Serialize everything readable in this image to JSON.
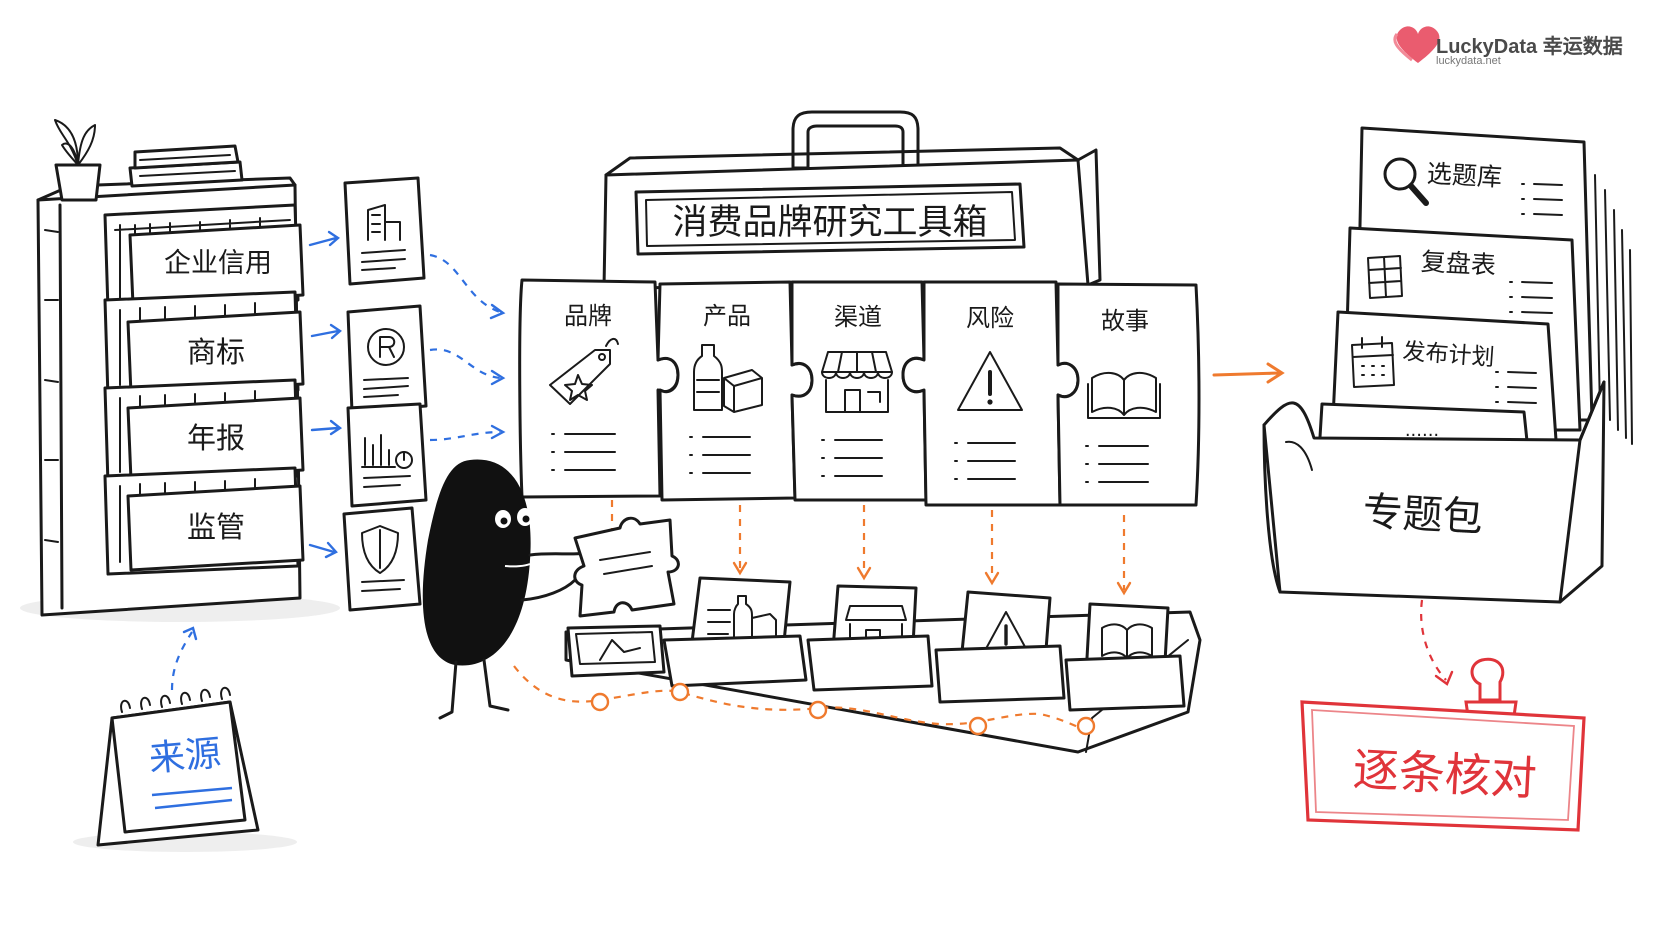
{
  "brand": {
    "name": "LuckyData 幸运数据",
    "url": "luckydata.net",
    "logo": "heart-logo",
    "color": "#e84a5f"
  },
  "sources": {
    "drawers": [
      "企业信用",
      "商标",
      "年报",
      "监管"
    ],
    "doc_icons": [
      "building-icon",
      "registered-trademark-icon",
      "bar-chart-icon",
      "shield-icon"
    ],
    "calendar_label": "来源"
  },
  "toolbox": {
    "title": "消费品牌研究工具箱",
    "modules": [
      {
        "label": "品牌",
        "icon": "tag-icon"
      },
      {
        "label": "产品",
        "icon": "bottle-box-icon"
      },
      {
        "label": "渠道",
        "icon": "storefront-icon"
      },
      {
        "label": "风险",
        "icon": "warning-icon"
      },
      {
        "label": "故事",
        "icon": "open-book-icon"
      }
    ]
  },
  "output": {
    "folders": [
      {
        "label": "选题库",
        "icon": "magnifier-icon"
      },
      {
        "label": "复盘表",
        "icon": "table-icon"
      },
      {
        "label": "发布计划",
        "icon": "calendar-icon"
      }
    ],
    "more": "......",
    "box_label": "专题包",
    "stamp": "逐条核对"
  },
  "colors": {
    "ink": "#1a1a1a",
    "blue": "#2f6fe0",
    "orange": "#ef7a2e",
    "red": "#e0343a"
  }
}
